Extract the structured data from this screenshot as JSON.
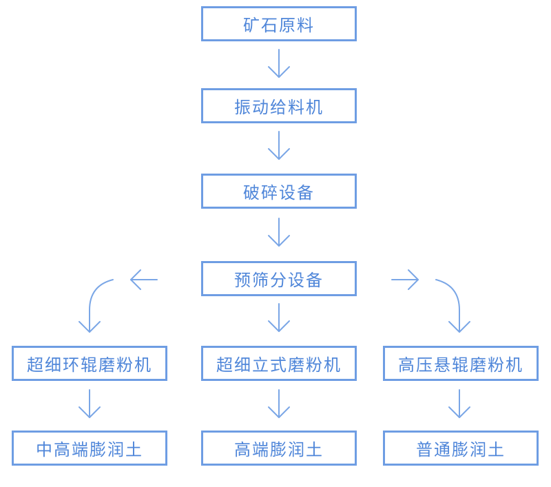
{
  "diagram": {
    "nodes": {
      "ore": "矿石原料",
      "feeder": "振动给料机",
      "crusher": "破碎设备",
      "prescreen": "预筛分设备",
      "left_mill": "超细环辊磨粉机",
      "center_mill": "超细立式磨粉机",
      "right_mill": "高压悬辊磨粉机",
      "left_output": "中高端膨润土",
      "center_output": "高端膨润土",
      "right_output": "普通膨润土"
    }
  }
}
